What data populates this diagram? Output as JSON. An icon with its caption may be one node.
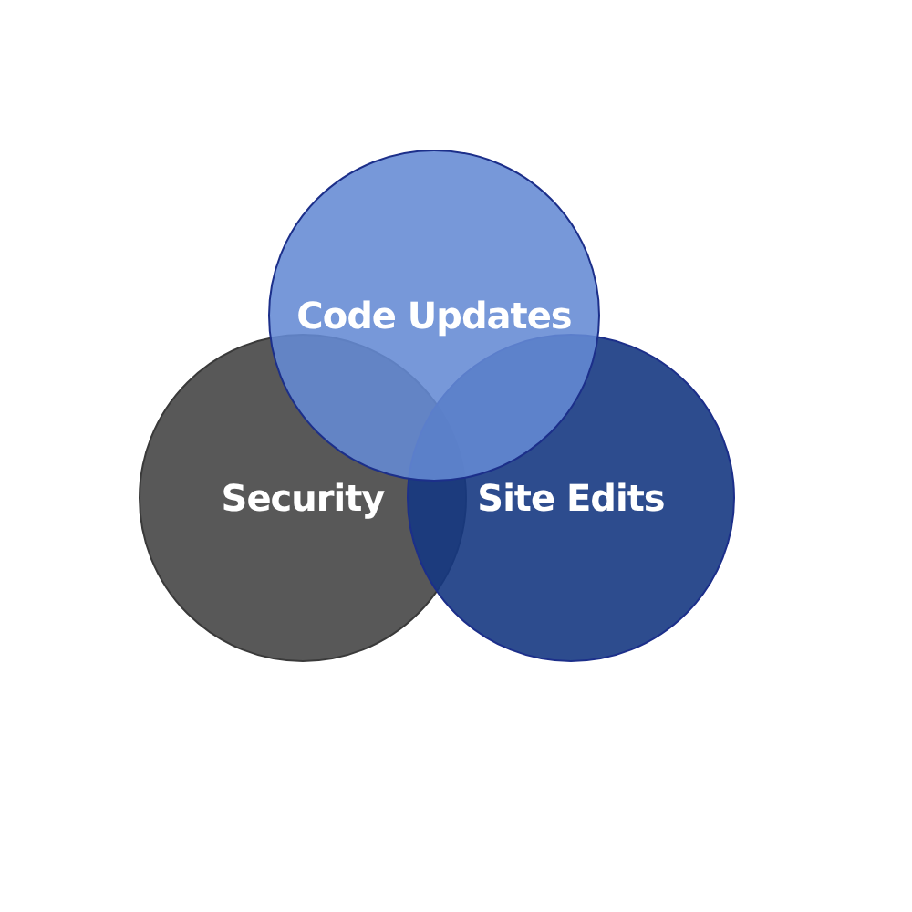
{
  "diagram": {
    "nodes": [
      {
        "text": [
          "Code Updates"
        ]
      },
      {
        "text": [
          "Security"
        ]
      },
      {
        "text": [
          "Site Edits"
        ]
      }
    ]
  }
}
